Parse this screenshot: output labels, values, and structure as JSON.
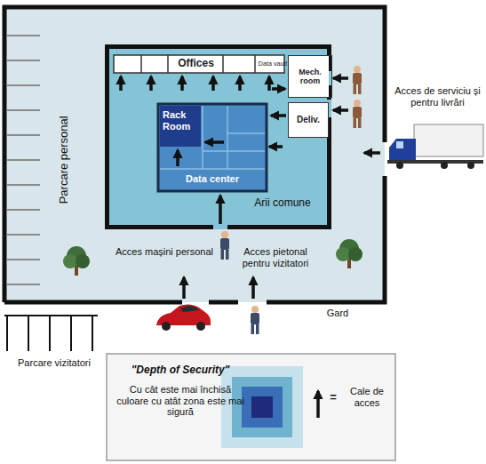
{
  "diagram": {
    "nodes": [
      {
        "text": [
          "Arii comune"
        ]
      },
      {
        "text": [
          "Offices"
        ],
        "in": 0
      },
      {
        "text": [
          "Data vault"
        ],
        "in": 0
      },
      {
        "text": [
          "Mech. room"
        ],
        "in": 0
      },
      {
        "text": [
          "Deliv."
        ],
        "in": 0
      },
      {
        "text": [
          "Data center"
        ],
        "in": 0
      },
      {
        "text": [
          "Rack Room"
        ],
        "in": 5
      },
      {
        "text": [
          "\"Depth of Security\"",
          "Cu cât este mai închisă culoare cu atât zona este mai sigură",
          "=",
          "Cale de acces"
        ]
      }
    ],
    "labels": [
      "Parcare personal",
      "Acces de serviciu și pentru livrări",
      "Acces mașini personal",
      "Acces pietonal pentru vizitatori",
      "Gard",
      "Parcare vizitatori"
    ]
  }
}
